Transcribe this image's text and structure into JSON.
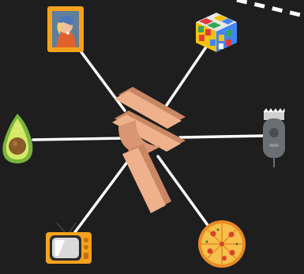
{
  "scene": {
    "background_color": "#1e1e1e",
    "spoke_color": "#ffffff",
    "dashed_border_color": "#ffffff",
    "center_symbol": {
      "name": "rupee-sign-icon",
      "color": "#e6a07a"
    },
    "items": [
      {
        "id": "painting",
        "icon": "girl-with-pearl-earring-painting-icon"
      },
      {
        "id": "rubiks-cube",
        "icon": "rubiks-cube-icon"
      },
      {
        "id": "avocado",
        "icon": "avocado-icon"
      },
      {
        "id": "hair-clipper",
        "icon": "hair-clipper-icon"
      },
      {
        "id": "television",
        "icon": "retro-tv-icon"
      },
      {
        "id": "pizza",
        "icon": "pizza-icon"
      }
    ]
  }
}
